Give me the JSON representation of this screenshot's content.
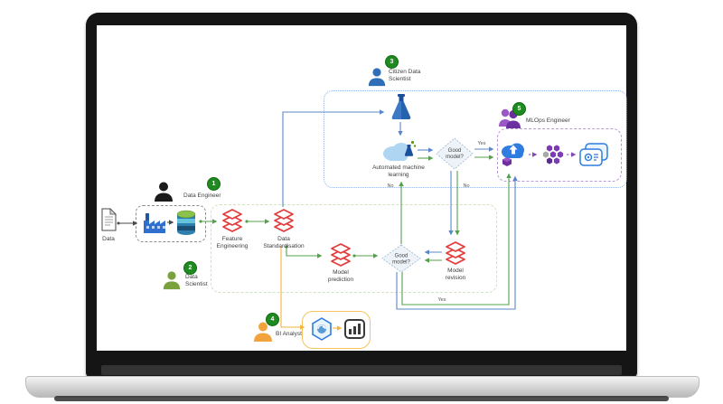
{
  "diagram": {
    "personas": {
      "data_engineer": {
        "label": "Data Engineer",
        "badge": "1"
      },
      "data_scientist": {
        "line1": "Data",
        "line2": "Scientist",
        "badge": "2"
      },
      "citizen_data_scientist": {
        "line1": "Citizen Data",
        "line2": "Scientist",
        "badge": "3"
      },
      "bi_analyst": {
        "label": "BI Analyst",
        "badge": "4"
      },
      "mlops_engineer": {
        "label": "MLOps Engineer",
        "badge": "5"
      }
    },
    "nodes": {
      "data": {
        "label": "Data"
      },
      "feature_engineering": {
        "line1": "Feature",
        "line2": "Engineering"
      },
      "data_standardisation": {
        "line1": "Data",
        "line2": "Standardisation"
      },
      "model_prediction": {
        "line1": "Model",
        "line2": "prediction"
      },
      "model_revision": {
        "line1": "Model",
        "line2": "revision"
      },
      "automated_ml": {
        "line1": "Automated machine",
        "line2": "learning"
      },
      "good_model": {
        "line1": "Good",
        "line2": "model?"
      }
    },
    "edge_labels": {
      "yes": "Yes",
      "no": "No"
    },
    "colors": {
      "flow_green": "#55a04e",
      "flow_blue": "#5b87c8",
      "flow_yellow": "#f2b63c",
      "flow_purple": "#8348b3",
      "node_red": "#e23d3d",
      "badge_green": "#1f8a1f",
      "persona_black": "#1b1b1b",
      "persona_green": "#7aa23c",
      "persona_blue": "#2e6fb7",
      "persona_orange": "#f2a33c",
      "persona_purple": "#6b2fa0"
    }
  }
}
